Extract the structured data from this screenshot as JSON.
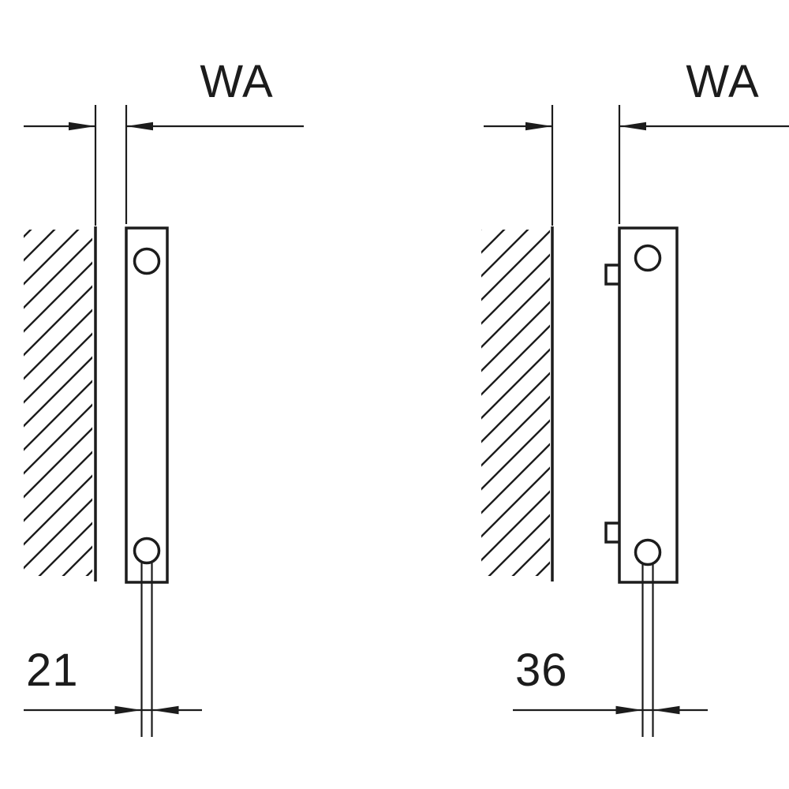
{
  "figures": {
    "left": {
      "wall_distance_label": "WA",
      "connection_dimension": "21"
    },
    "right": {
      "wall_distance_label": "WA",
      "connection_dimension": "36"
    }
  },
  "colors": {
    "line": "#1c1c1c",
    "background": "#ffffff"
  }
}
